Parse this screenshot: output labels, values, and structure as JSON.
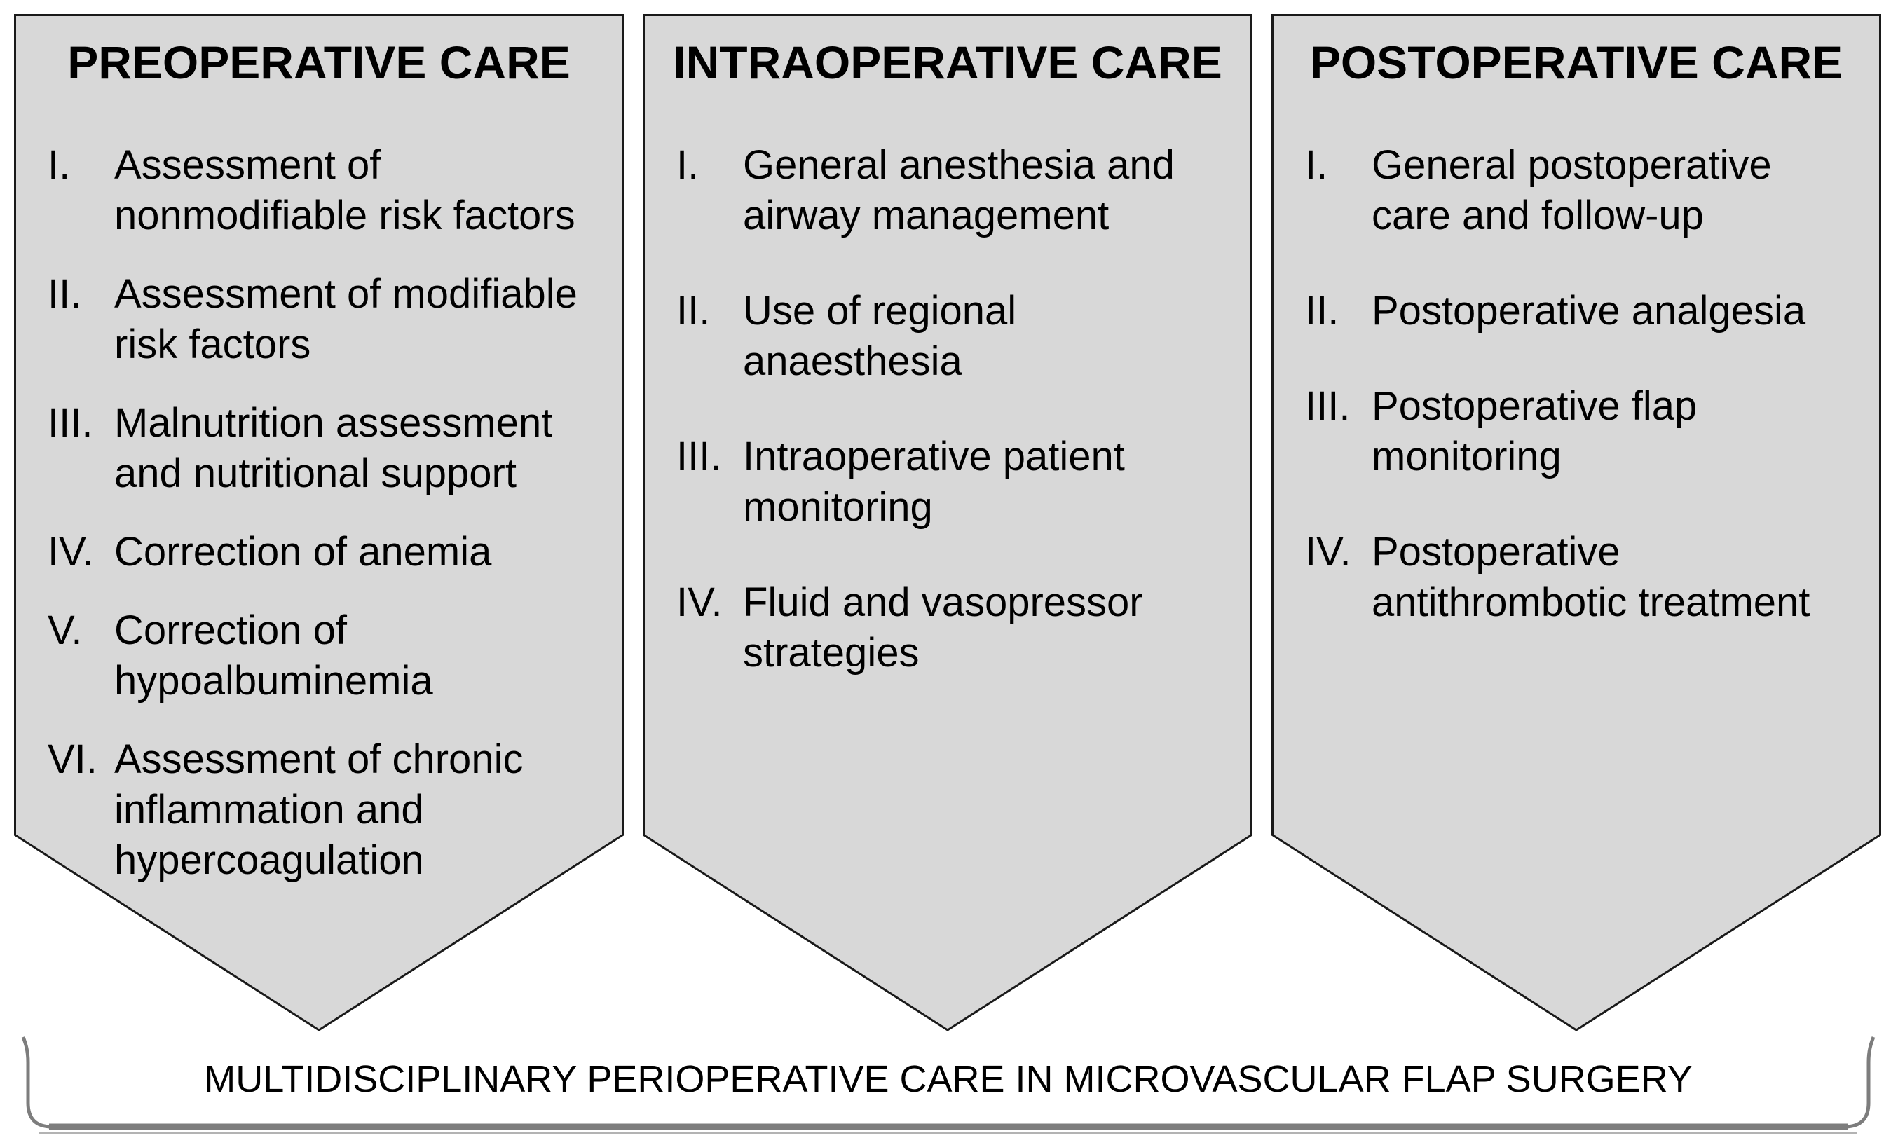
{
  "diagram": {
    "columns": [
      {
        "title": "PREOPERATIVE CARE",
        "items": [
          {
            "num": "I.",
            "text": "Assessment of\nnonmodifiable risk factors"
          },
          {
            "num": "II.",
            "text": "Assessment of modifiable\nrisk factors"
          },
          {
            "num": "III.",
            "text": "Malnutrition assessment\nand nutritional support"
          },
          {
            "num": "IV.",
            "text": "Correction of anemia"
          },
          {
            "num": "V.",
            "text": "Correction of\nhypoalbuminemia"
          },
          {
            "num": "VI.",
            "text": "Assessment of chronic\ninflammation and\nhypercoagulation"
          }
        ]
      },
      {
        "title": "INTRAOPERATIVE CARE",
        "items": [
          {
            "num": "I.",
            "text": "General anesthesia and\nairway management"
          },
          {
            "num": "II.",
            "text": "Use of regional\nanaesthesia"
          },
          {
            "num": "III.",
            "text": "Intraoperative patient\nmonitoring"
          },
          {
            "num": "IV.",
            "text": "Fluid and vasopressor\nstrategies"
          }
        ]
      },
      {
        "title": "POSTOPERATIVE CARE",
        "items": [
          {
            "num": "I.",
            "text": "General postoperative\ncare and follow-up"
          },
          {
            "num": "II.",
            "text": "Postoperative analgesia"
          },
          {
            "num": "III.",
            "text": "Postoperative flap\nmonitoring"
          },
          {
            "num": "IV.",
            "text": "Postoperative\nantithrombotic treatment"
          }
        ]
      }
    ],
    "footer_label": "MULTIDISCIPLINARY PERIOPERATIVE CARE IN MICROVASCULAR FLAP SURGERY",
    "colors": {
      "arrow_fill": "#d8d8d8",
      "arrow_border": "#1a1a1a",
      "bracket": "#7d7d7d",
      "bracket_shadow": "#b3b3b3",
      "text": "#000000",
      "background": "#ffffff"
    }
  }
}
